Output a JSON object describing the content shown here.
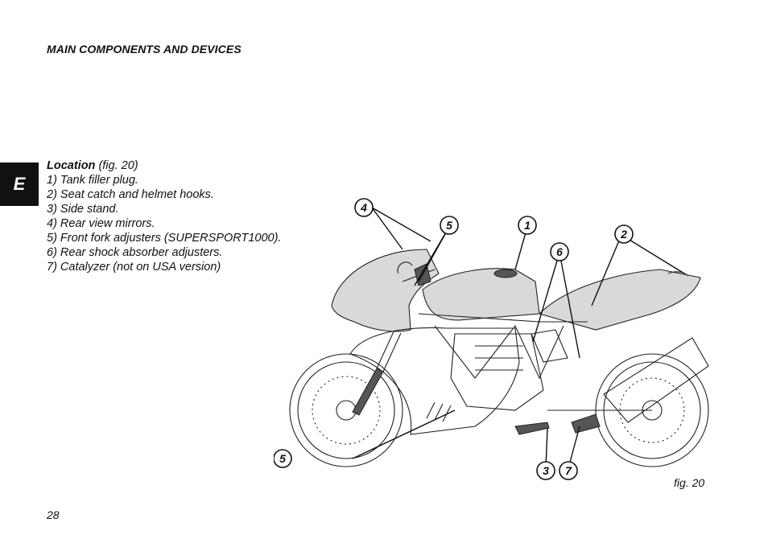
{
  "section_title": "MAIN COMPONENTS AND DEVICES",
  "language_tab": "E",
  "location": {
    "heading": "Location",
    "ref": "(fig. 20)",
    "items": [
      "1) Tank filler plug.",
      "2) Seat catch and helmet hooks.",
      "3) Side stand.",
      "4) Rear view mirrors.",
      "5) Front fork adjusters (SUPERSPORT1000).",
      "6) Rear shock absorber adjusters.",
      "7) Catalyzer (not on USA version)"
    ]
  },
  "figure": {
    "callouts": [
      "4",
      "5",
      "1",
      "2",
      "6",
      "5",
      "3",
      "7"
    ],
    "caption": "fig. 20"
  },
  "page_number": "28"
}
